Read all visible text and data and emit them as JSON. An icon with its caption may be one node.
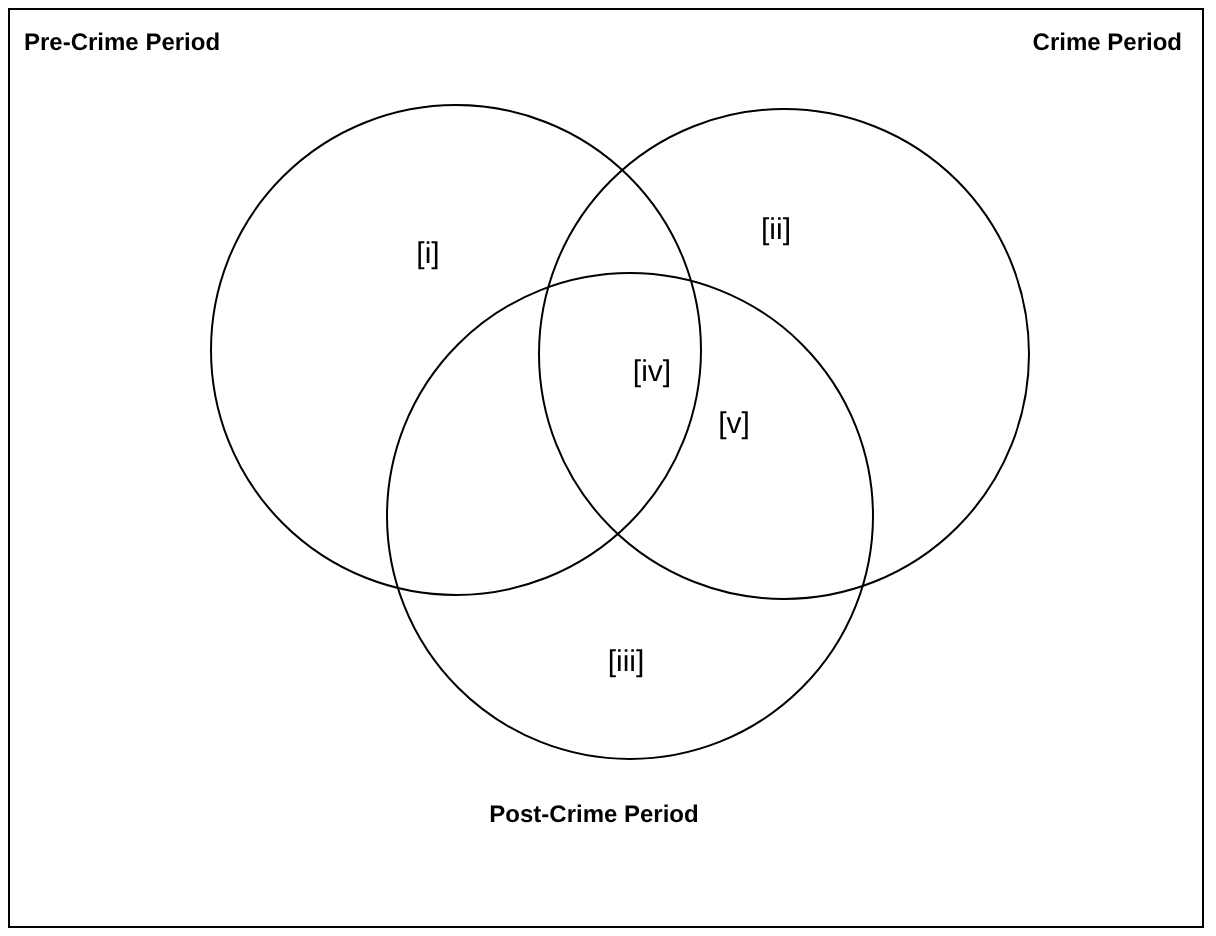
{
  "diagram": {
    "nodes": [
      {
        "text": [
          "[i]"
        ]
      },
      {
        "text": [
          "[ii]"
        ]
      },
      {
        "text": [
          "[iii]"
        ]
      }
    ],
    "labels": [
      "Pre-Crime Period",
      "Crime Period",
      "[iv]",
      "[v]",
      "Post-Crime Period"
    ]
  }
}
